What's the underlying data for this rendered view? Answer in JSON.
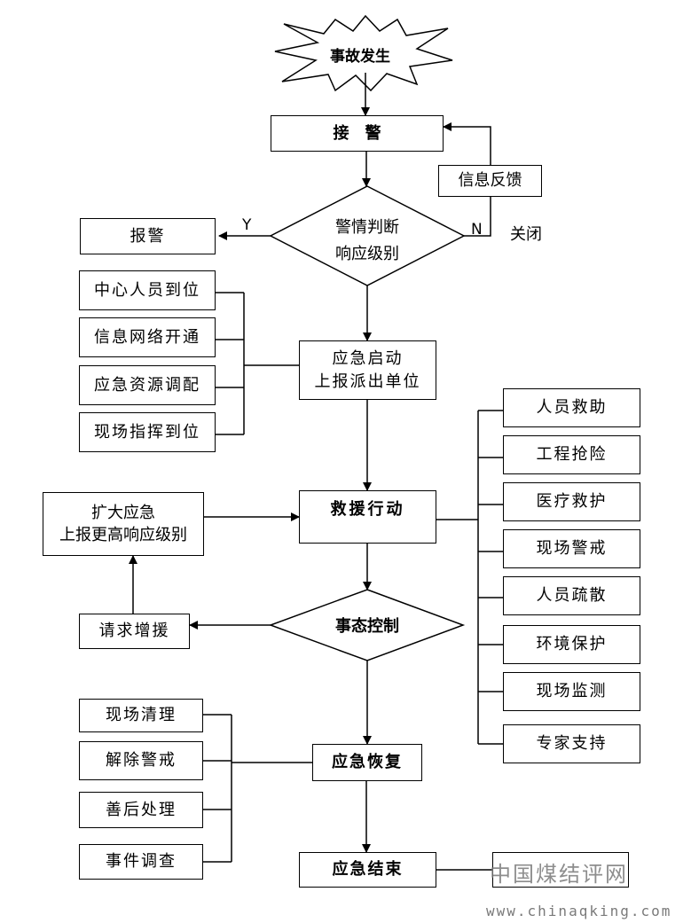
{
  "start": "事故发生",
  "receive": "接　警",
  "feedback": "信息反馈",
  "judge": {
    "line1": "警情判断",
    "line2": "响应级别"
  },
  "yes_label": "Y",
  "no_label": "N",
  "close_label": "关闭",
  "alarm": "报警",
  "left_prep": [
    "中心人员到位",
    "信息网络开通",
    "应急资源调配",
    "现场指挥到位"
  ],
  "activate": {
    "line1": "应急启动",
    "line2": "上报派出单位"
  },
  "rescue": "救援行动",
  "expand": {
    "line1": "扩大应急",
    "line2": "上报更高响应级别"
  },
  "right_actions": [
    "人员救助",
    "工程抢险",
    "医疗救护",
    "现场警戒",
    "人员疏散",
    "环境保护",
    "现场监测",
    "专家支持"
  ],
  "control": "事态控制",
  "request": "请求增援",
  "recover": "应急恢复",
  "left_recover": [
    "现场清理",
    "解除警戒",
    "善后处理",
    "事件调查"
  ],
  "end": "应急结束",
  "watermark_cn": "中国煤结评网",
  "watermark_url": "www.chinaqking.com"
}
